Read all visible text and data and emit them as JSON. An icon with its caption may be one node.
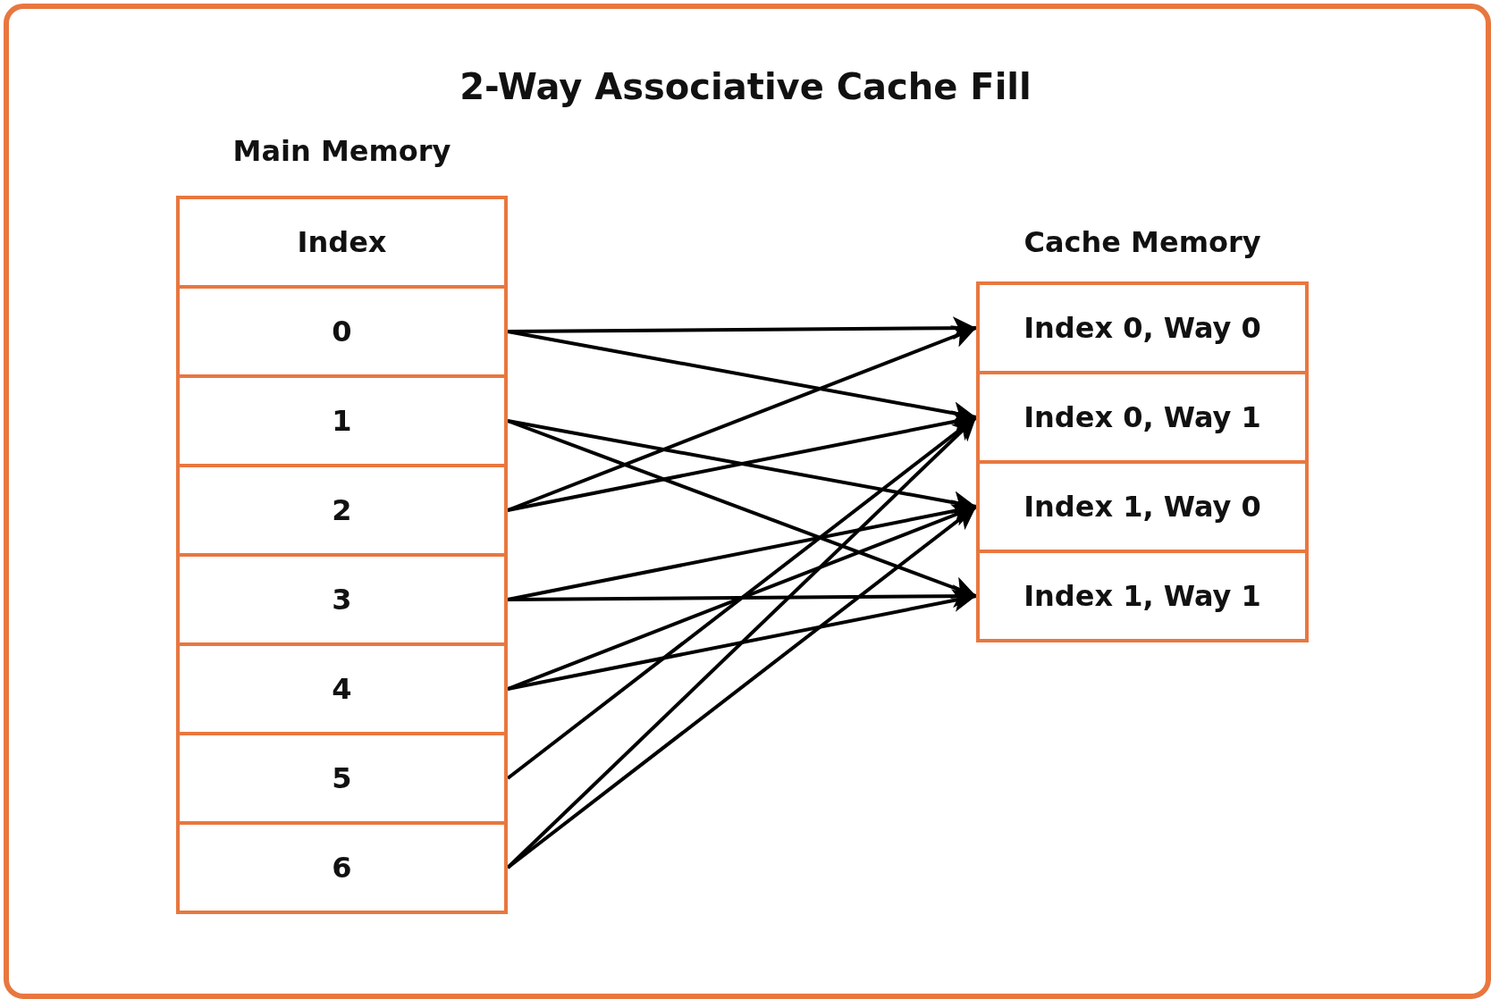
{
  "diagram": {
    "title": "2-Way Associative Cache Fill",
    "nodes": [
      {
        "text": [
          "Main Memory"
        ]
      },
      {
        "text": [
          "Index"
        ],
        "in": 0
      },
      {
        "text": [
          "0"
        ],
        "in": 0
      },
      {
        "text": [
          "1"
        ],
        "in": 0
      },
      {
        "text": [
          "2"
        ],
        "in": 0
      },
      {
        "text": [
          "3"
        ],
        "in": 0
      },
      {
        "text": [
          "4"
        ],
        "in": 0
      },
      {
        "text": [
          "5"
        ],
        "in": 0
      },
      {
        "text": [
          "6"
        ],
        "in": 0
      },
      {
        "text": [
          "Cache Memory"
        ]
      },
      {
        "text": [
          "Index 0, Way 0"
        ],
        "in": 9
      },
      {
        "text": [
          "Index 0, Way 1"
        ],
        "in": 9
      },
      {
        "text": [
          "Index 1, Way 0"
        ],
        "in": 9
      },
      {
        "text": [
          "Index 1, Way 1"
        ],
        "in": 9
      }
    ],
    "edges": [
      {
        "from": 2,
        "to": 10,
        "arrow": "to"
      },
      {
        "from": 2,
        "to": 11,
        "arrow": "to"
      },
      {
        "from": 3,
        "to": 12,
        "arrow": "to"
      },
      {
        "from": 3,
        "to": 13,
        "arrow": "to"
      },
      {
        "from": 4,
        "to": 10,
        "arrow": "to"
      },
      {
        "from": 4,
        "to": 11,
        "arrow": "to"
      },
      {
        "from": 5,
        "to": 12,
        "arrow": "to"
      },
      {
        "from": 5,
        "to": 13,
        "arrow": "to"
      },
      {
        "from": 6,
        "to": 12,
        "arrow": "to"
      },
      {
        "from": 6,
        "to": 13,
        "arrow": "to"
      },
      {
        "from": 7,
        "to": 11,
        "arrow": "to"
      },
      {
        "from": 8,
        "to": 11,
        "arrow": "to"
      },
      {
        "from": 8,
        "to": 12,
        "arrow": "to"
      }
    ]
  }
}
